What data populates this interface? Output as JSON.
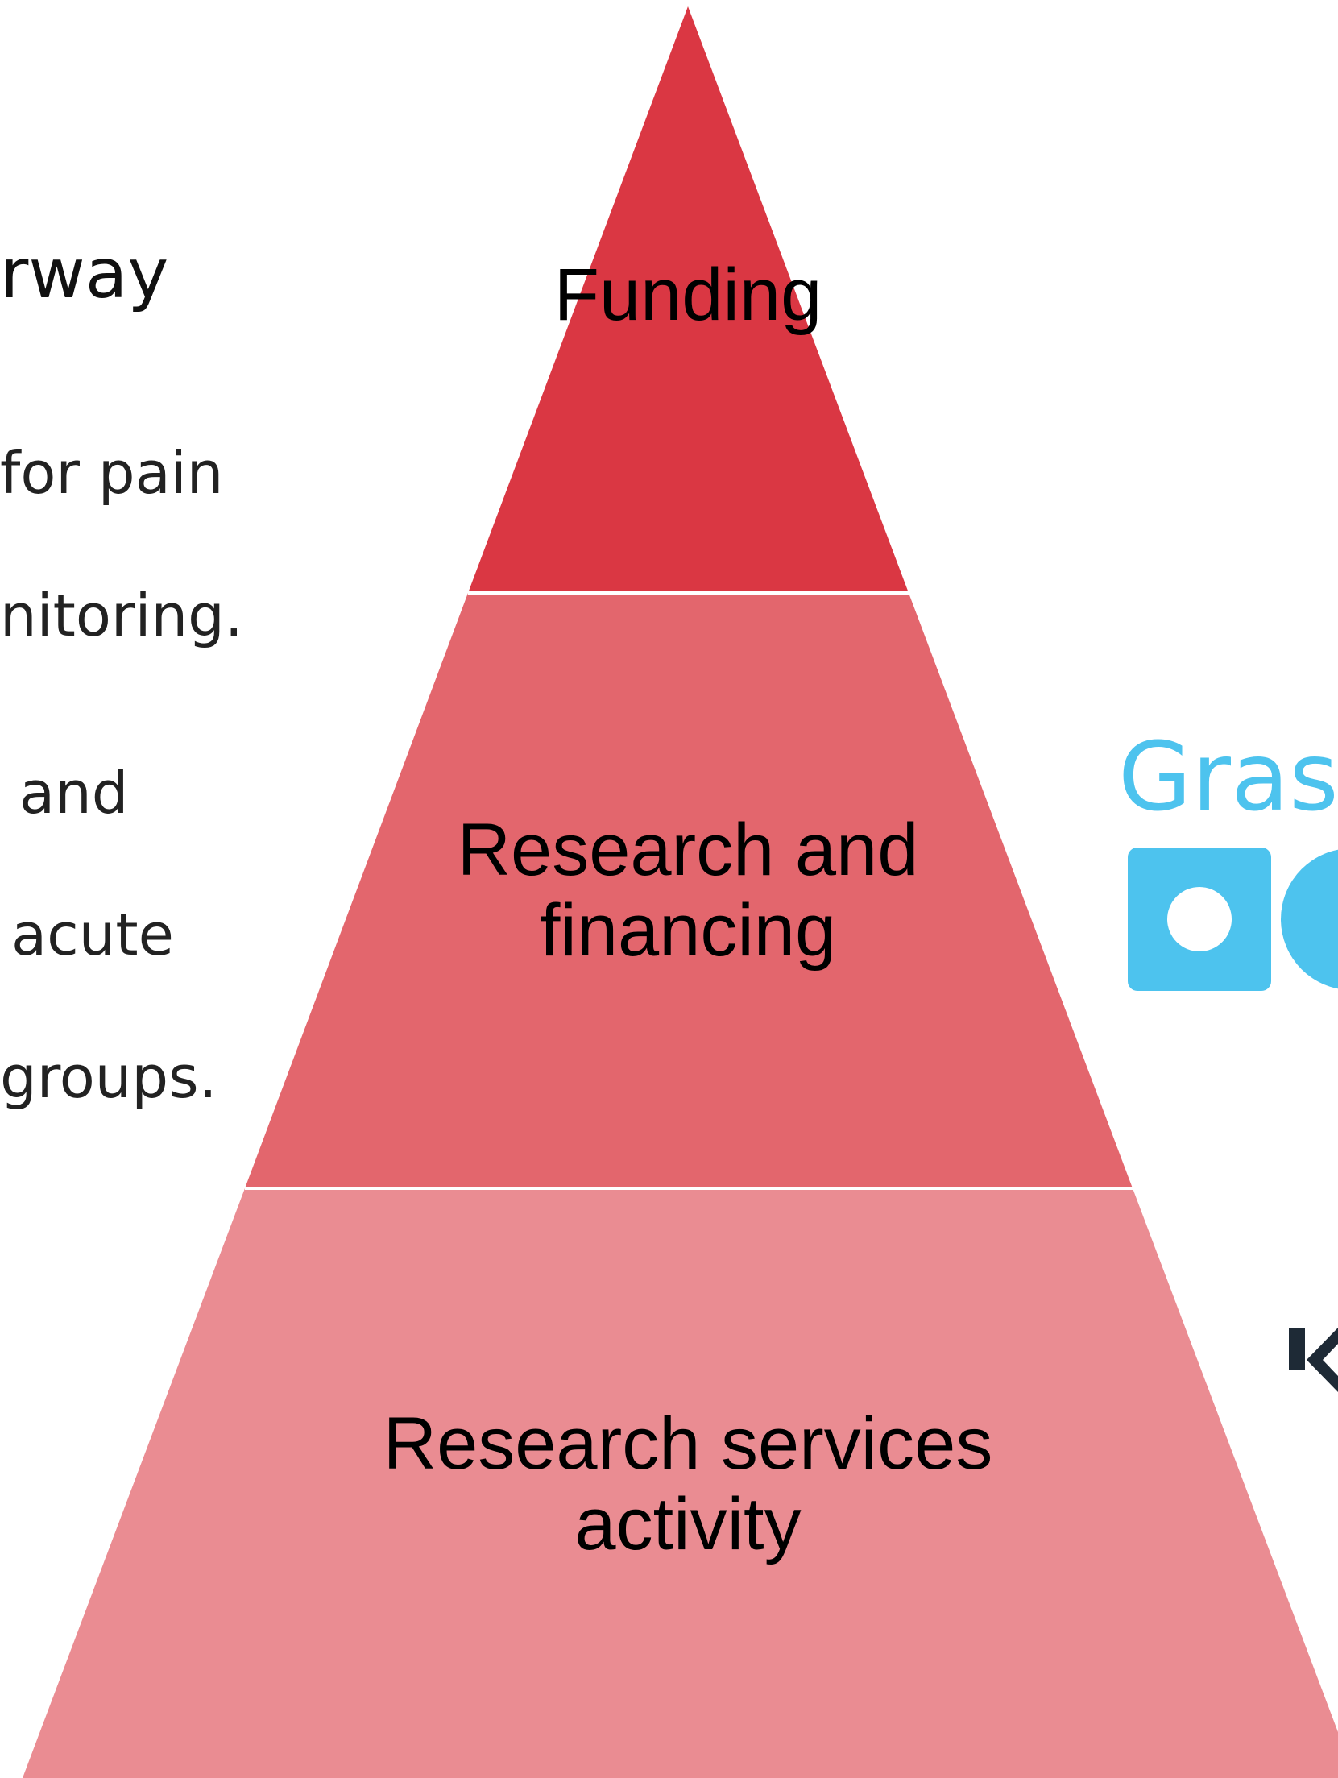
{
  "left_column": {
    "heading_fragment": "rway",
    "lines": [
      "for pain",
      "nitoring.",
      "and",
      "acute",
      "groups."
    ]
  },
  "pyramid": {
    "tiers": [
      {
        "label": "Funding",
        "color": "#DA3743"
      },
      {
        "label_line1": "Research and",
        "label_line2": "financing",
        "color": "#E3666D"
      },
      {
        "label_line1": "Research services",
        "label_line2": "activity",
        "color": "#EA8C92"
      }
    ],
    "separator_color": "#FFFFFF"
  },
  "logos": {
    "grasp_fragment": "Gras",
    "grasp_color": "#4DC3EE",
    "dark_mark_color": "#1E2A36"
  }
}
